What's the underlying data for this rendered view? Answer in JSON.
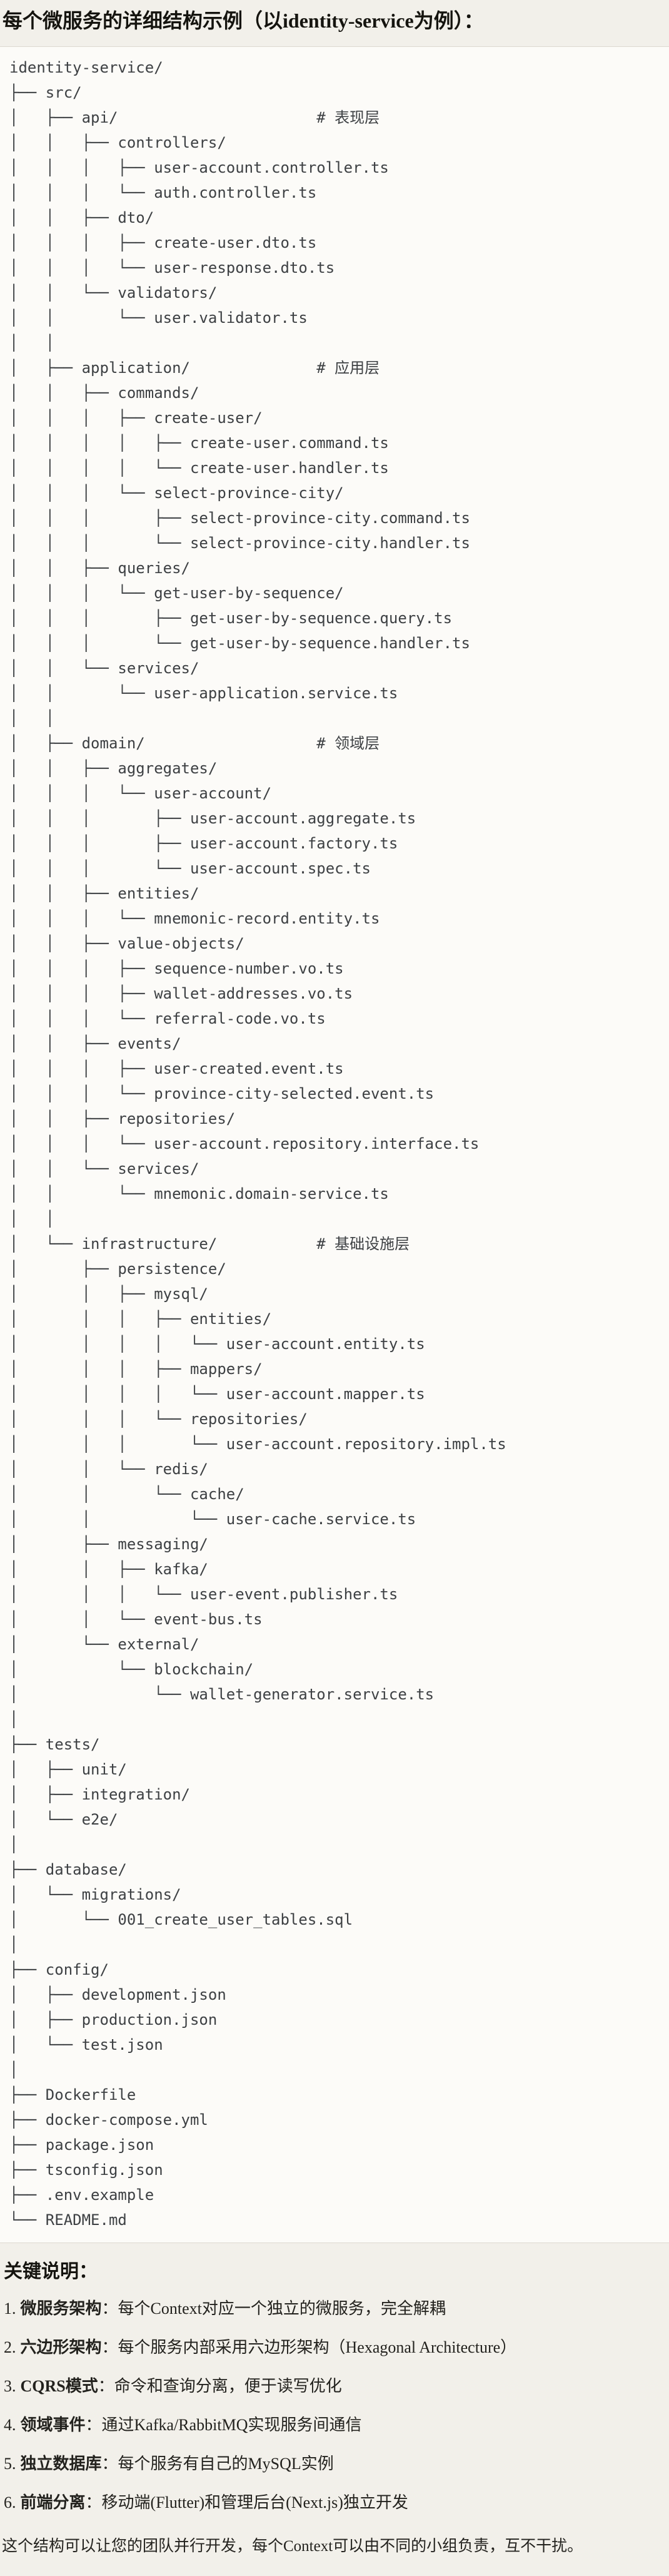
{
  "page": {
    "title": "每个微服务的详细结构示例（以identity-service为例）："
  },
  "colors": {
    "page_background": "#f2f0ea",
    "code_background": "#fcfbf8",
    "code_border": "#ddd9d0",
    "code_text": "#3d4043",
    "heading_text": "#15140f",
    "body_text": "#23221e"
  },
  "code_block": {
    "lines": [
      "identity-service/",
      "├── src/",
      "│   ├── api/                      # 表现层",
      "│   │   ├── controllers/",
      "│   │   │   ├── user-account.controller.ts",
      "│   │   │   └── auth.controller.ts",
      "│   │   ├── dto/",
      "│   │   │   ├── create-user.dto.ts",
      "│   │   │   └── user-response.dto.ts",
      "│   │   └── validators/",
      "│   │       └── user.validator.ts",
      "│   │",
      "│   ├── application/              # 应用层",
      "│   │   ├── commands/",
      "│   │   │   ├── create-user/",
      "│   │   │   │   ├── create-user.command.ts",
      "│   │   │   │   └── create-user.handler.ts",
      "│   │   │   └── select-province-city/",
      "│   │   │       ├── select-province-city.command.ts",
      "│   │   │       └── select-province-city.handler.ts",
      "│   │   ├── queries/",
      "│   │   │   └── get-user-by-sequence/",
      "│   │   │       ├── get-user-by-sequence.query.ts",
      "│   │   │       └── get-user-by-sequence.handler.ts",
      "│   │   └── services/",
      "│   │       └── user-application.service.ts",
      "│   │",
      "│   ├── domain/                   # 领域层",
      "│   │   ├── aggregates/",
      "│   │   │   └── user-account/",
      "│   │   │       ├── user-account.aggregate.ts",
      "│   │   │       ├── user-account.factory.ts",
      "│   │   │       └── user-account.spec.ts",
      "│   │   ├── entities/",
      "│   │   │   └── mnemonic-record.entity.ts",
      "│   │   ├── value-objects/",
      "│   │   │   ├── sequence-number.vo.ts",
      "│   │   │   ├── wallet-addresses.vo.ts",
      "│   │   │   └── referral-code.vo.ts",
      "│   │   ├── events/",
      "│   │   │   ├── user-created.event.ts",
      "│   │   │   └── province-city-selected.event.ts",
      "│   │   ├── repositories/",
      "│   │   │   └── user-account.repository.interface.ts",
      "│   │   └── services/",
      "│   │       └── mnemonic.domain-service.ts",
      "│   │",
      "│   └── infrastructure/           # 基础设施层",
      "│       ├── persistence/",
      "│       │   ├── mysql/",
      "│       │   │   ├── entities/",
      "│       │   │   │   └── user-account.entity.ts",
      "│       │   │   ├── mappers/",
      "│       │   │   │   └── user-account.mapper.ts",
      "│       │   │   └── repositories/",
      "│       │   │       └── user-account.repository.impl.ts",
      "│       │   └── redis/",
      "│       │       └── cache/",
      "│       │           └── user-cache.service.ts",
      "│       ├── messaging/",
      "│       │   ├── kafka/",
      "│       │   │   └── user-event.publisher.ts",
      "│       │   └── event-bus.ts",
      "│       └── external/",
      "│           └── blockchain/",
      "│               └── wallet-generator.service.ts",
      "│",
      "├── tests/",
      "│   ├── unit/",
      "│   ├── integration/",
      "│   └── e2e/",
      "│",
      "├── database/",
      "│   └── migrations/",
      "│       └── 001_create_user_tables.sql",
      "│",
      "├── config/",
      "│   ├── development.json",
      "│   ├── production.json",
      "│   └── test.json",
      "│",
      "├── Dockerfile",
      "├── docker-compose.yml",
      "├── package.json",
      "├── tsconfig.json",
      "├── .env.example",
      "└── README.md"
    ]
  },
  "notes": {
    "heading": "关键说明：",
    "items": [
      {
        "num": "1.",
        "term": "微服务架构",
        "sep": "：",
        "desc": "每个Context对应一个独立的微服务，完全解耦"
      },
      {
        "num": "2.",
        "term": "六边形架构",
        "sep": "：",
        "desc": "每个服务内部采用六边形架构（Hexagonal Architecture）"
      },
      {
        "num": "3.",
        "term": "CQRS模式",
        "sep": "：",
        "desc": "命令和查询分离，便于读写优化"
      },
      {
        "num": "4.",
        "term": "领域事件",
        "sep": "：",
        "desc": "通过Kafka/RabbitMQ实现服务间通信"
      },
      {
        "num": "5.",
        "term": "独立数据库",
        "sep": "：",
        "desc": "每个服务有自己的MySQL实例"
      },
      {
        "num": "6.",
        "term": "前端分离",
        "sep": "：",
        "desc": "移动端(Flutter)和管理后台(Next.js)独立开发"
      }
    ],
    "footer": "这个结构可以让您的团队并行开发，每个Context可以由不同的小组负责，互不干扰。"
  }
}
